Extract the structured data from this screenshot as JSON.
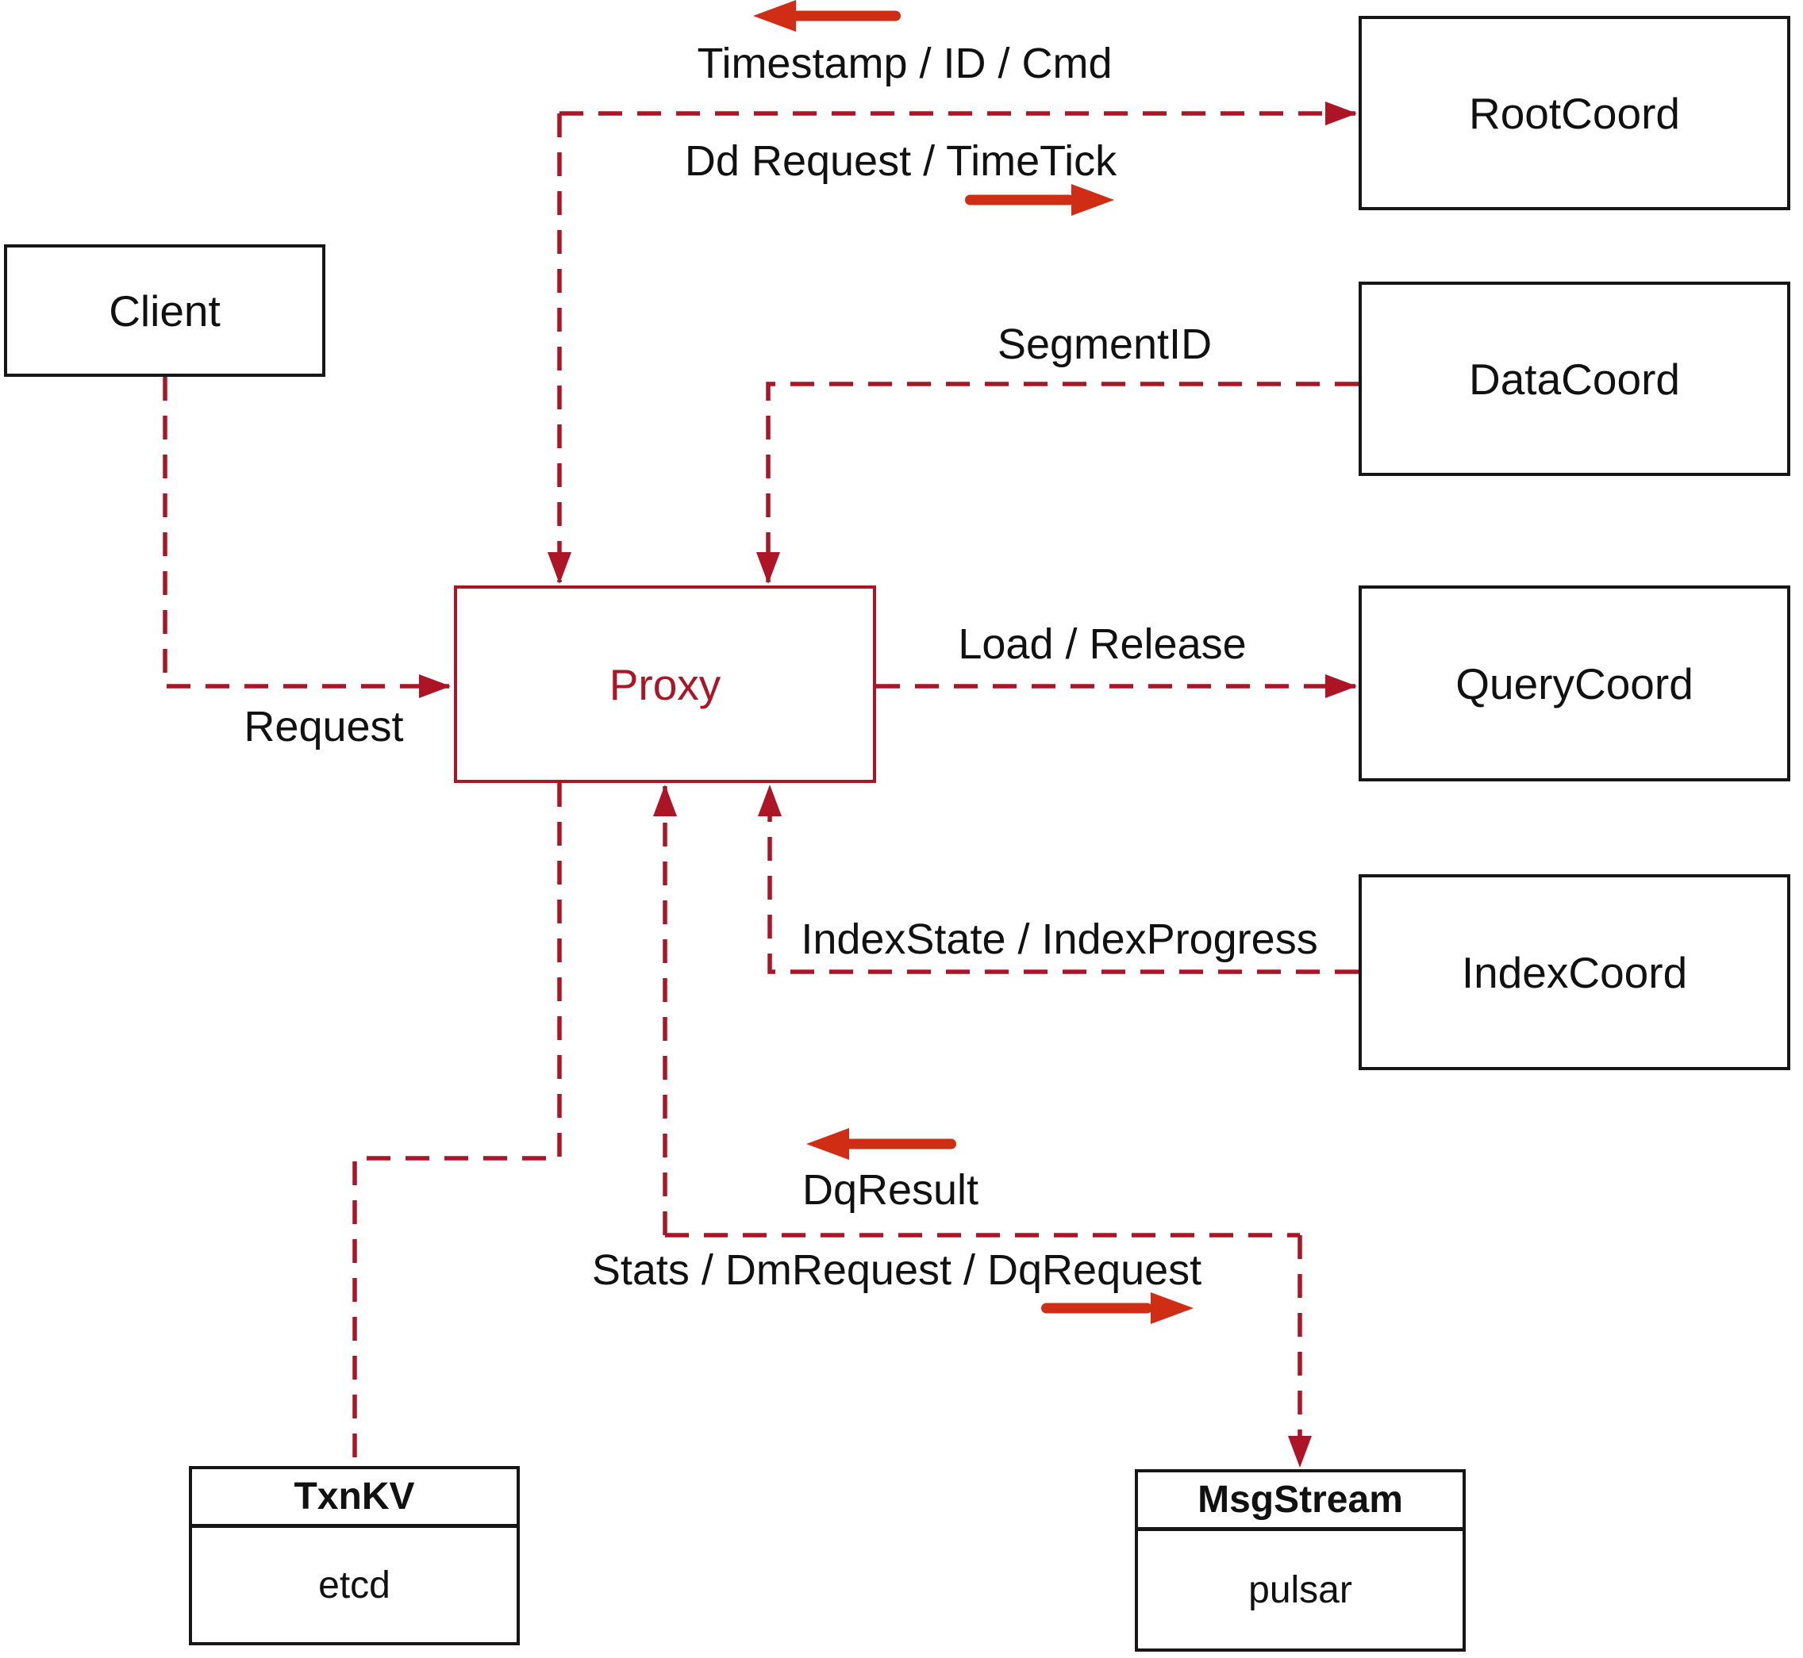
{
  "colors": {
    "line": "#ad1527",
    "arrow": "#cf2d14",
    "border": "#161616",
    "text": "#111111",
    "bg": "#ffffff"
  },
  "nodes": {
    "client": {
      "label": "Client"
    },
    "proxy": {
      "label": "Proxy"
    },
    "root_coord": {
      "label": "RootCoord"
    },
    "data_coord": {
      "label": "DataCoord"
    },
    "query_coord": {
      "label": "QueryCoord"
    },
    "index_coord": {
      "label": "IndexCoord"
    },
    "txn_kv": {
      "title": "TxnKV",
      "impl": "etcd"
    },
    "msg_stream": {
      "title": "MsgStream",
      "impl": "pulsar"
    }
  },
  "edge_labels": {
    "timestamp_id_cmd": "Timestamp / ID / Cmd",
    "dd_request_timetick": "Dd Request / TimeTick",
    "segment_id": "SegmentID",
    "load_release": "Load / Release",
    "index_state_progress": "IndexState / IndexProgress",
    "request": "Request",
    "dq_result": "DqResult",
    "stats_dm_dq_request": "Stats / DmRequest / DqRequest"
  },
  "icons": {
    "reply_to_proxy_top": "arrow-left-icon",
    "send_to_rootcoord": "arrow-right-icon",
    "reply_to_proxy_bottom": "arrow-left-icon",
    "send_to_msgstream": "arrow-right-icon"
  }
}
